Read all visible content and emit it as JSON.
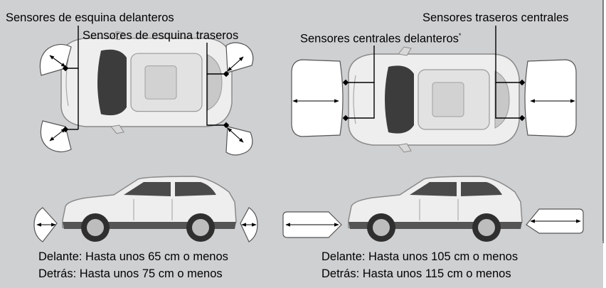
{
  "labels": {
    "front_corner": "Sensores de esquina delanteros",
    "rear_corner": "Sensores de esquina traseros",
    "rear_center": "Sensores traseros centrales",
    "front_center": "Sensores centrales delanteros",
    "front_center_mark": "*"
  },
  "ranges": {
    "left_front": "Delante: Hasta unos 65 cm o menos",
    "left_rear": "Detrás: Hasta unos 75 cm o menos",
    "right_front": "Delante: Hasta unos 105 cm o menos",
    "right_rear": "Detrás: Hasta unos 115 cm o menos"
  },
  "colors": {
    "background": "#cfd0d2",
    "car_body": "#eeeeee",
    "zone_fill": "#ffffff",
    "line": "#000000"
  }
}
